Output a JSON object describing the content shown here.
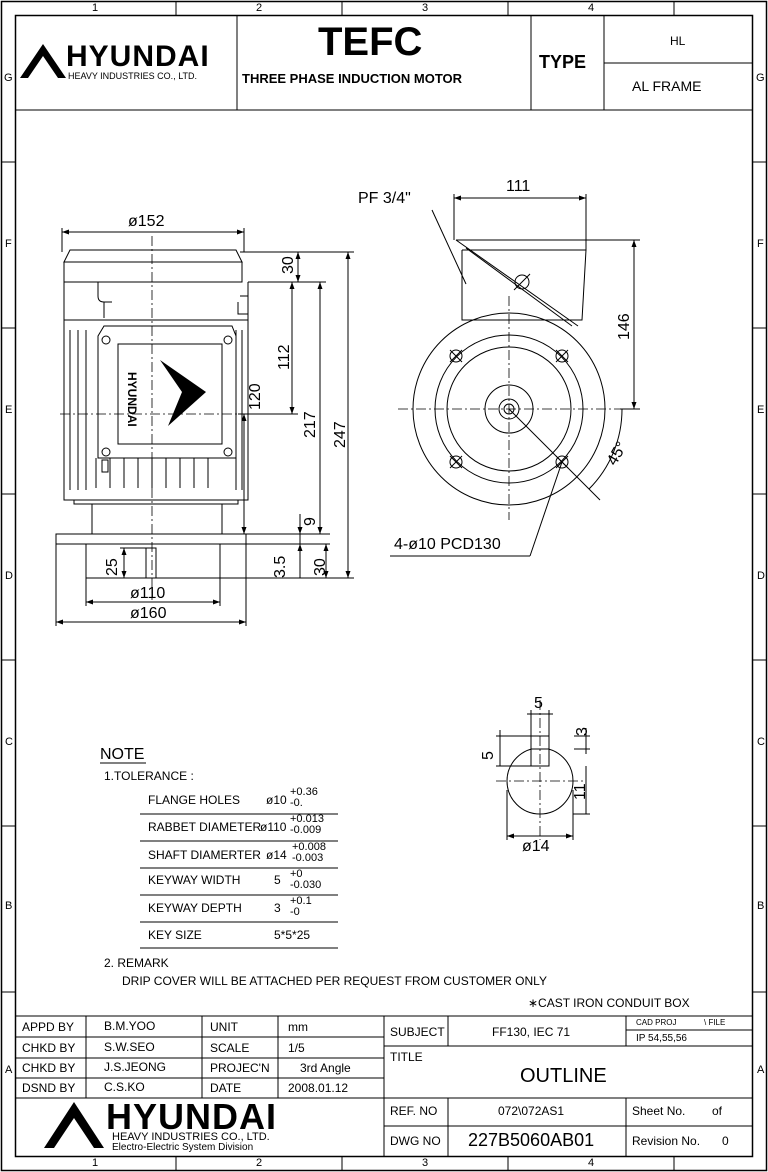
{
  "frame": {
    "col_labels": [
      "1",
      "2",
      "3",
      "4"
    ],
    "row_labels": [
      "G",
      "F",
      "E",
      "D",
      "C",
      "B",
      "A"
    ]
  },
  "header": {
    "company_logo": "HYUNDAI",
    "company_sub": "HEAVY INDUSTRIES CO., LTD.",
    "main_title": "TEFC",
    "subtitle": "THREE PHASE INDUCTION MOTOR",
    "type_label": "TYPE",
    "type_value1": "HL",
    "type_value2": "AL FRAME"
  },
  "drawing": {
    "side_view": {
      "badge_text": "HYUNDAI",
      "dims": {
        "width_top": "ø152",
        "d30_top": "30",
        "d112": "112",
        "d120": "120",
        "d217": "217",
        "d247": "247",
        "d9": "9",
        "d3_5": "3.5",
        "d30_bottom": "30",
        "d25": "25",
        "spigot": "ø110",
        "flange": "ø160"
      }
    },
    "front_view": {
      "pf": "PF 3/4\"",
      "d111": "111",
      "d146": "146",
      "angle": "45°",
      "holes": "4-ø10 PCD130"
    },
    "shaft_section": {
      "d5_top": "5",
      "d3": "3",
      "d5_left": "5",
      "d11": "11",
      "dia": "ø14"
    }
  },
  "notes": {
    "title": "NOTE",
    "tolerance_heading": "1.TOLERANCE :",
    "tolerances": [
      {
        "name": "FLANGE HOLES",
        "nom": "ø10",
        "up": "+0.36",
        "low": "-0."
      },
      {
        "name": "RABBET DIAMETER",
        "nom": "ø110",
        "up": "+0.013",
        "low": "-0.009"
      },
      {
        "name": "SHAFT DIAMERTER",
        "nom": "ø14",
        "up": "+0.008",
        "low": "-0.003"
      },
      {
        "name": "KEYWAY WIDTH",
        "nom": "5",
        "up": "+0",
        "low": "-0.030"
      },
      {
        "name": "KEYWAY DEPTH",
        "nom": "3",
        "up": "+0.1",
        "low": "-0"
      },
      {
        "name": "KEY SIZE",
        "nom": "5*5*25",
        "up": "",
        "low": ""
      }
    ],
    "remark_heading": "2. REMARK",
    "remark_text": "DRIP COVER WILL BE ATTACHED PER REQUEST FROM CUSTOMER ONLY",
    "conduit": "∗CAST IRON CONDUIT BOX"
  },
  "title_block": {
    "approvals": [
      {
        "role": "APPD BY",
        "name": "B.M.YOO",
        "label": "UNIT",
        "value": "mm"
      },
      {
        "role": "CHKD BY",
        "name": "S.W.SEO",
        "label": "SCALE",
        "value": "1/5"
      },
      {
        "role": "CHKD BY",
        "name": "J.S.JEONG",
        "label": "PROJEC'N",
        "value": "3rd Angle"
      },
      {
        "role": "DSND BY",
        "name": "C.S.KO",
        "label": "DATE",
        "value": "2008.01.12"
      }
    ],
    "subject_label": "SUBJECT",
    "subject_value": "FF130, IEC 71",
    "cad_proj": "CAD PROJ",
    "file": "\\ FILE",
    "ip": "IP 54,55,56",
    "title_label": "TITLE",
    "title_value": "OUTLINE",
    "ref_label": "REF. NO",
    "ref_value": "072\\072AS1",
    "sheet_label": "Sheet No.",
    "sheet_of": "of",
    "dwg_label": "DWG NO",
    "dwg_value": "227B5060AB01",
    "rev_label": "Revision No.",
    "rev_value": "0",
    "logo": "HYUNDAI",
    "logo_sub1": "HEAVY INDUSTRIES CO., LTD.",
    "logo_sub2": "Electro-Electric System Division"
  }
}
